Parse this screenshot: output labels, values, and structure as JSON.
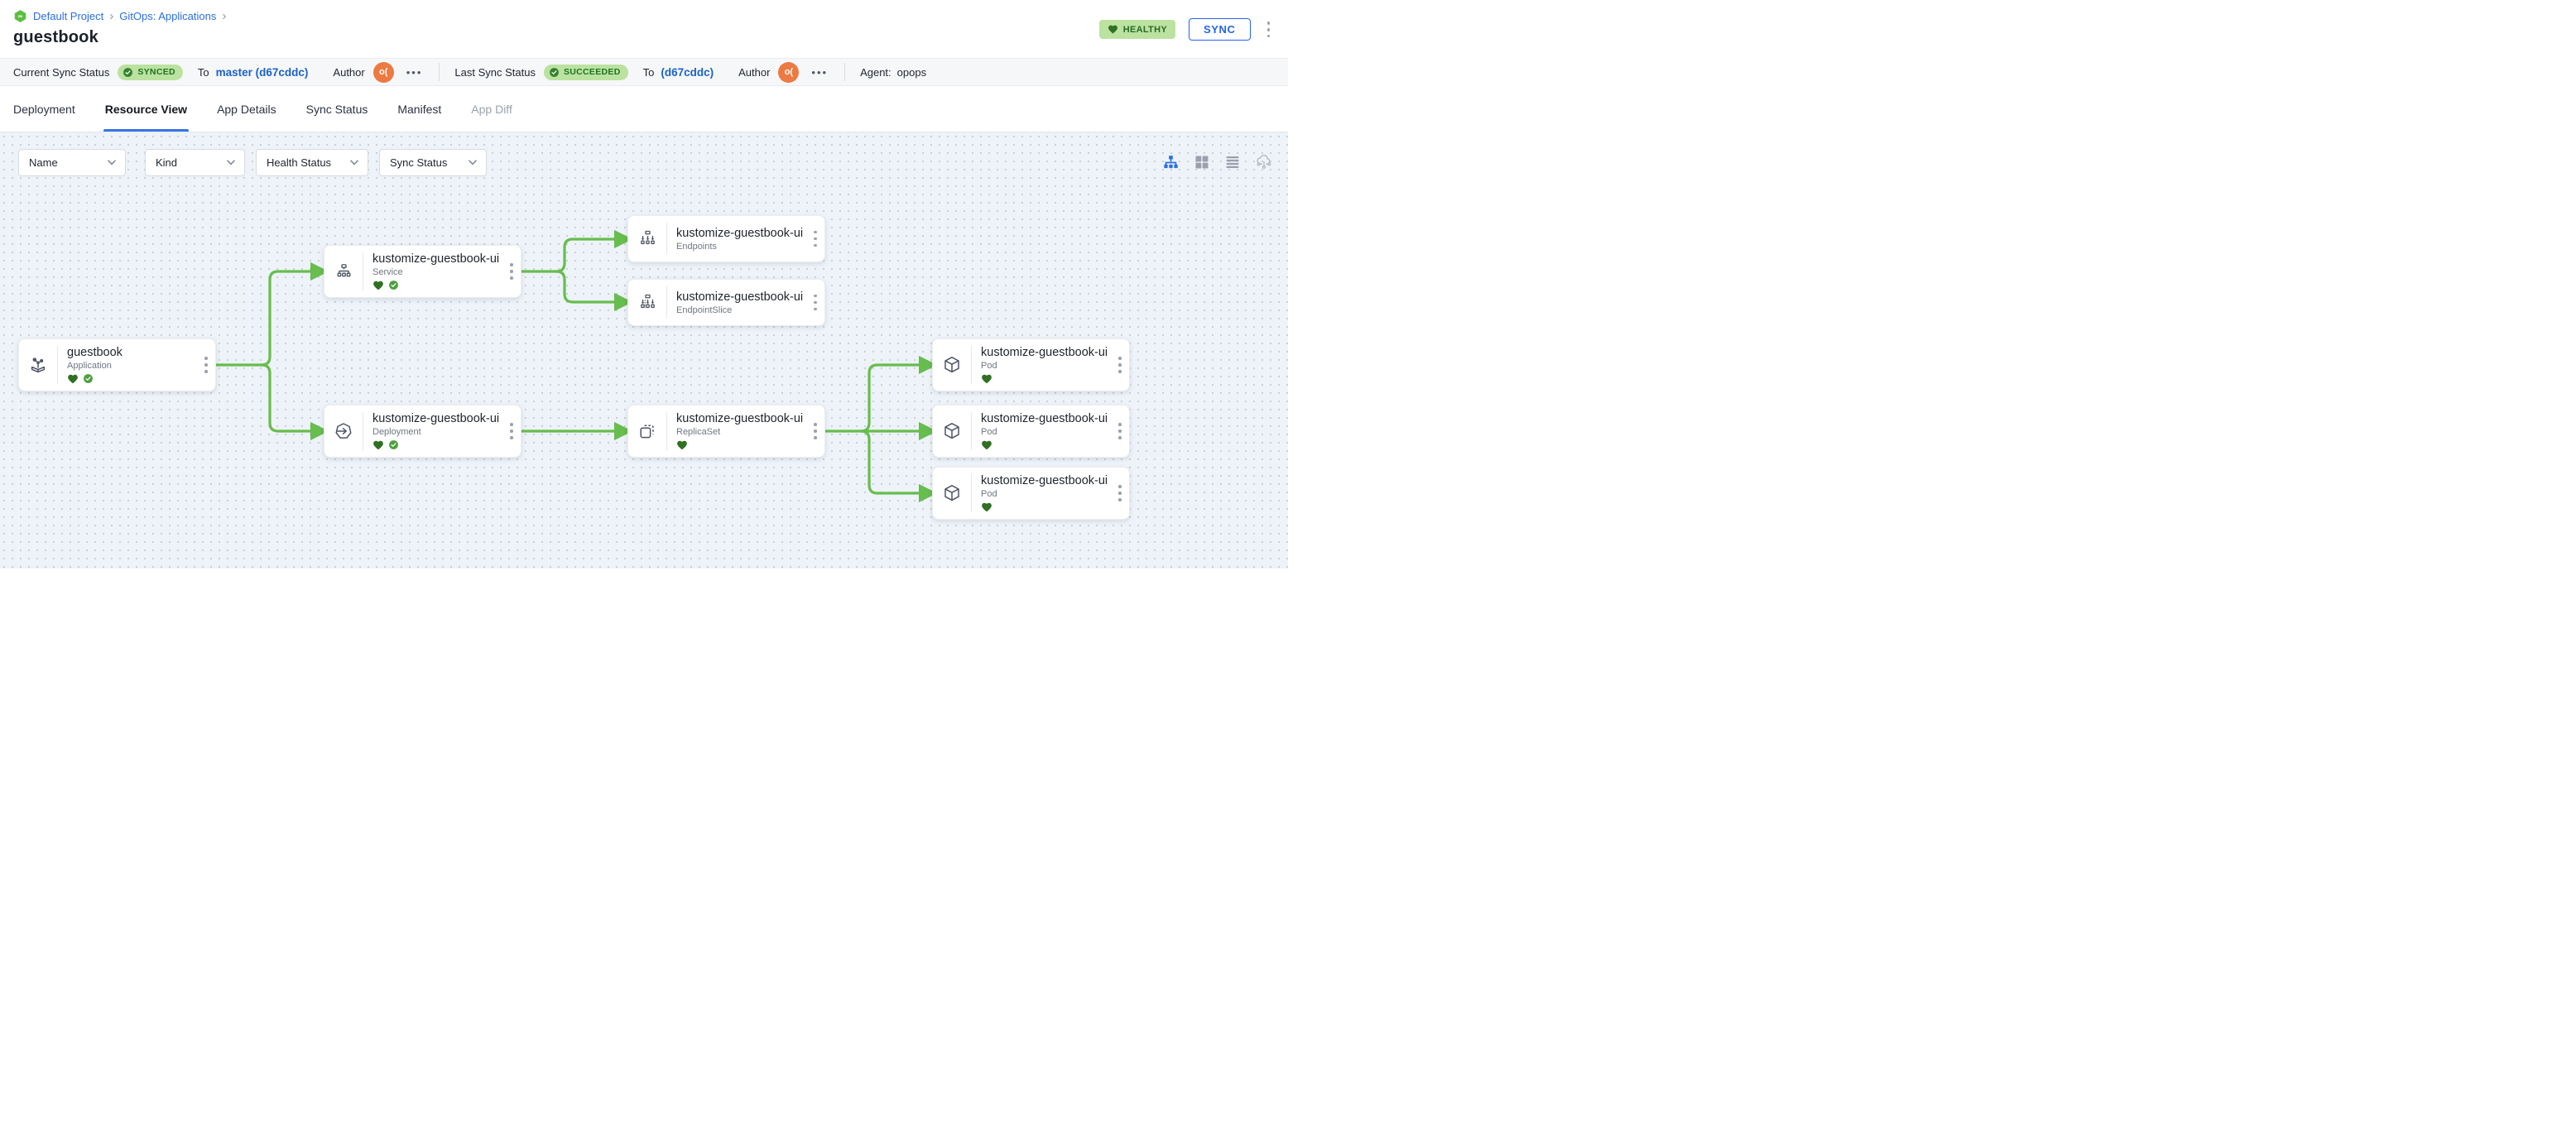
{
  "colors": {
    "accent_blue": "#2563eb",
    "link_blue": "#2a6fe0",
    "edge_green": "#67bd4d",
    "heart_green": "#2f7023",
    "synced_green": "#4f9f3f",
    "badge_bg": "#bbe2a0",
    "canvas_bg": "#edf3f8"
  },
  "header": {
    "project_icon": "infinity-hexagon-icon",
    "breadcrumb": [
      "Default Project",
      "GitOps: Applications"
    ],
    "crumb_sep": "›",
    "title": "guestbook",
    "health_badge": "HEALTHY",
    "sync_button": "SYNC"
  },
  "status_bar": {
    "current_sync_label": "Current Sync Status",
    "current_sync_badge": "SYNCED",
    "to_label": "To",
    "current_revision": "master (d67cddc)",
    "author_label": "Author",
    "author_avatar": "o(",
    "more": "•••",
    "last_sync_label": "Last Sync Status",
    "last_sync_badge": "SUCCEEDED",
    "last_revision": "(d67cddc)",
    "agent_label": "Agent:",
    "agent_value": "opops"
  },
  "tabs": [
    {
      "label": "Deployment",
      "active": false
    },
    {
      "label": "Resource View",
      "active": true
    },
    {
      "label": "App Details",
      "active": false
    },
    {
      "label": "Sync Status",
      "active": false
    },
    {
      "label": "Manifest",
      "active": false
    },
    {
      "label": "App Diff",
      "active": false,
      "disabled": true
    }
  ],
  "filters": [
    {
      "label": "Name"
    },
    {
      "label": "Kind"
    },
    {
      "label": "Health Status"
    },
    {
      "label": "Sync Status"
    }
  ],
  "view_modes": [
    "tree-view-icon",
    "grid-view-icon",
    "list-view-icon",
    "cluster-view-icon"
  ],
  "tree": {
    "nodes": [
      {
        "name": "guestbook",
        "kind": "Application",
        "healthy": true,
        "synced": true
      },
      {
        "name": "kustomize-guestbook-ui",
        "kind": "Service",
        "healthy": true,
        "synced": true
      },
      {
        "name": "kustomize-guestbook-ui",
        "kind": "Endpoints"
      },
      {
        "name": "kustomize-guestbook-ui-...",
        "kind": "EndpointSlice"
      },
      {
        "name": "kustomize-guestbook-ui",
        "kind": "Deployment",
        "healthy": true,
        "synced": true
      },
      {
        "name": "kustomize-guestbook-ui-...",
        "kind": "ReplicaSet",
        "healthy": true
      },
      {
        "name": "kustomize-guestbook-ui-...",
        "kind": "Pod",
        "healthy": true
      },
      {
        "name": "kustomize-guestbook-ui-...",
        "kind": "Pod",
        "healthy": true
      },
      {
        "name": "kustomize-guestbook-ui-...",
        "kind": "Pod",
        "healthy": true
      }
    ]
  }
}
